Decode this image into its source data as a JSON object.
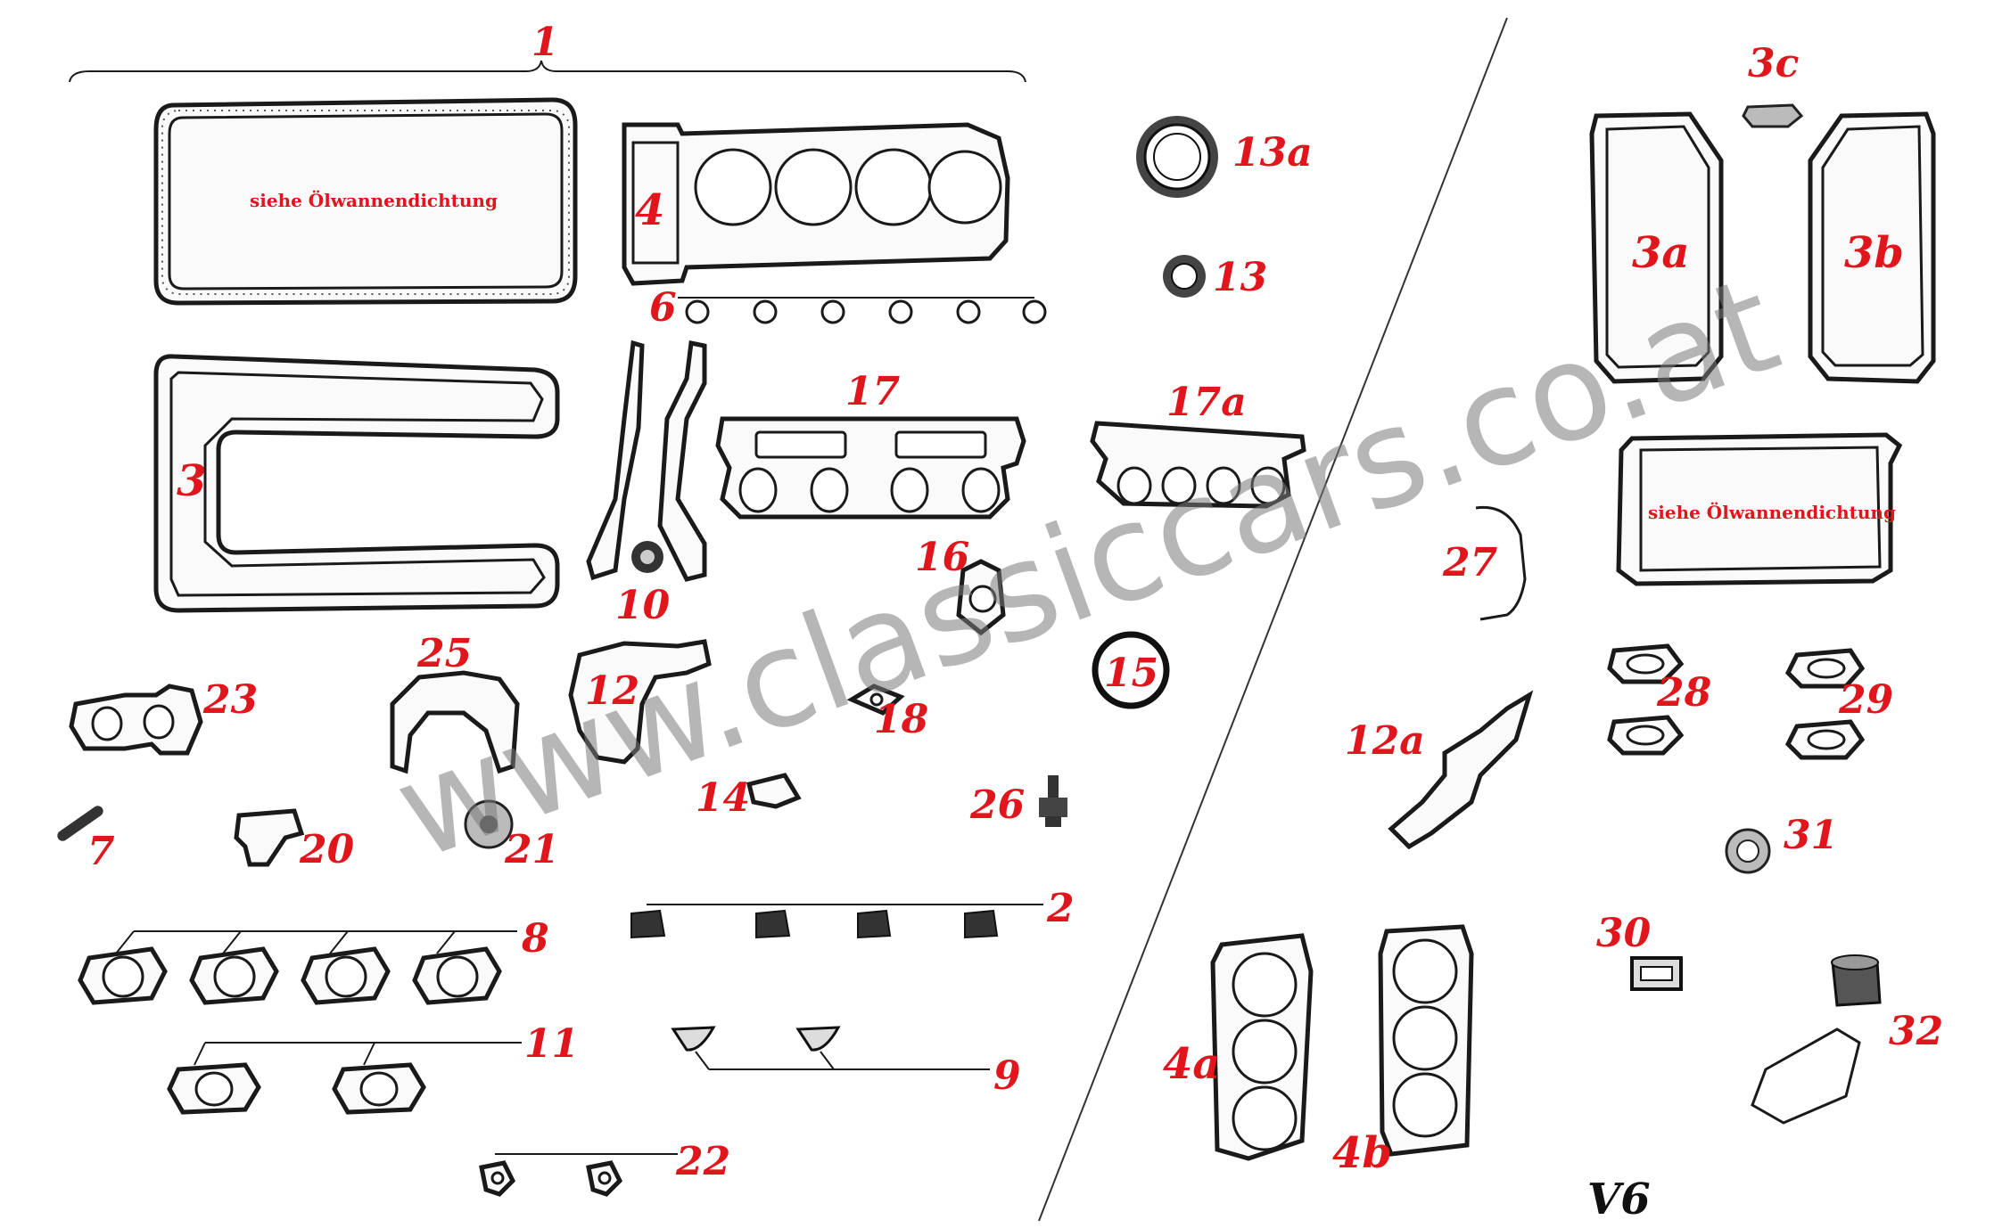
{
  "labels": {
    "l1": "1",
    "l2": "2",
    "l3": "3",
    "l3a": "3a",
    "l3b": "3b",
    "l3c": "3c",
    "l4": "4",
    "l4a": "4a",
    "l4b": "4b",
    "l6": "6",
    "l7": "7",
    "l8": "8",
    "l9": "9",
    "l10": "10",
    "l11": "11",
    "l12": "12",
    "l12a": "12a",
    "l13": "13",
    "l13a": "13a",
    "l14": "14",
    "l15": "15",
    "l16": "16",
    "l17": "17",
    "l17a": "17a",
    "l18": "18",
    "l20": "20",
    "l21": "21",
    "l22": "22",
    "l23": "23",
    "l25": "25",
    "l26": "26",
    "l27": "27",
    "l28": "28",
    "l29": "29",
    "l30": "30",
    "l31": "31",
    "l32": "32"
  },
  "notes": {
    "oil_pan_left": "siehe Ölwannendichtung",
    "oil_pan_right": "siehe Ölwannendichtung"
  },
  "section_label": "V6",
  "watermark": "www.classiccars.co.at",
  "colors": {
    "label": "#e0161c",
    "ink": "#1a1a1a",
    "watermark": "#7a7a7a"
  }
}
